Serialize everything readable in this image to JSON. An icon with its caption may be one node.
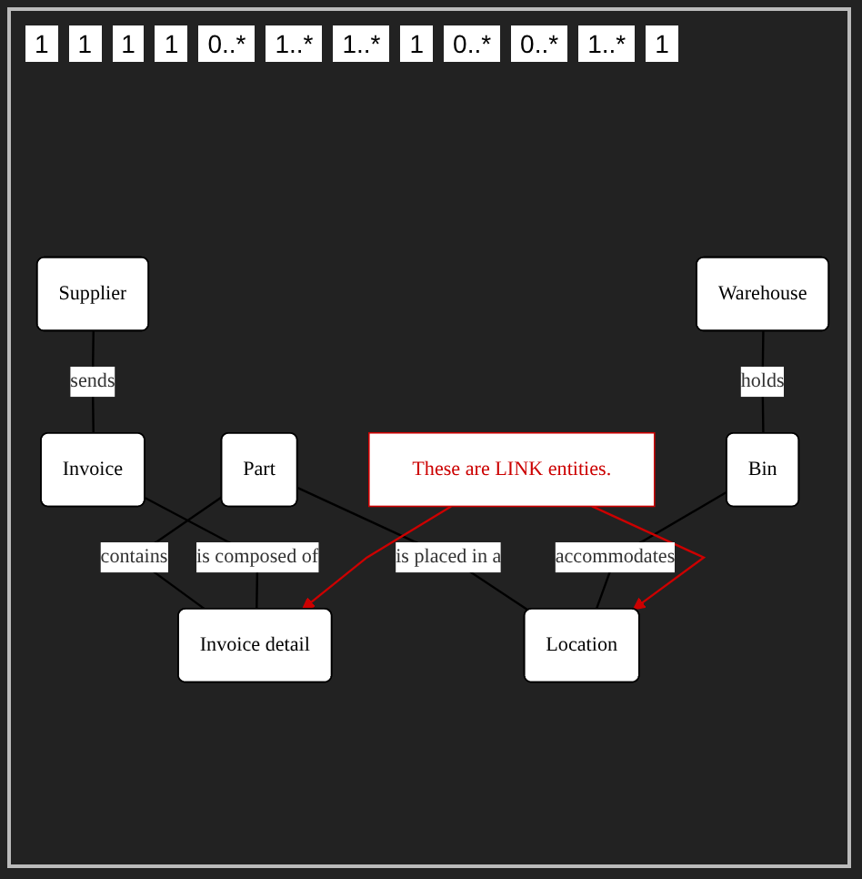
{
  "diagram": {
    "nodes": [
      {
        "text": [
          "Supplier"
        ]
      },
      {
        "text": [
          "Warehouse"
        ]
      },
      {
        "text": [
          "Part"
        ]
      },
      {
        "text": [
          "Location"
        ]
      },
      {
        "text": [
          "Bin"
        ]
      },
      {
        "text": [
          "Invoice detail"
        ]
      },
      {
        "text": [
          "Invoice"
        ]
      },
      {
        "text": [
          "These are LINK entities."
        ]
      }
    ],
    "edges": [
      {
        "from": 0,
        "to": 6,
        "arrow": "none",
        "label": "sends"
      },
      {
        "from": 2,
        "to": 3,
        "arrow": "none",
        "label": "is placed in a"
      },
      {
        "from": 1,
        "to": 4,
        "arrow": "none",
        "label": "holds"
      },
      {
        "from": 4,
        "to": 3,
        "arrow": "none",
        "label": "accommodates"
      },
      {
        "from": 2,
        "to": 5,
        "arrow": "none",
        "label": "contains"
      },
      {
        "from": 6,
        "to": 5,
        "arrow": "none",
        "label": "is composed of"
      },
      {
        "from": 7,
        "to": 3,
        "arrow": "to",
        "color": "#cc0000"
      },
      {
        "from": 7,
        "to": 5,
        "arrow": "to",
        "color": "#cc0000"
      }
    ],
    "labels": [
      "1",
      "1",
      "1",
      "1",
      "0..*",
      "1..*",
      "1..*",
      "1",
      "0..*",
      "0..*",
      "1..*",
      "1"
    ]
  }
}
